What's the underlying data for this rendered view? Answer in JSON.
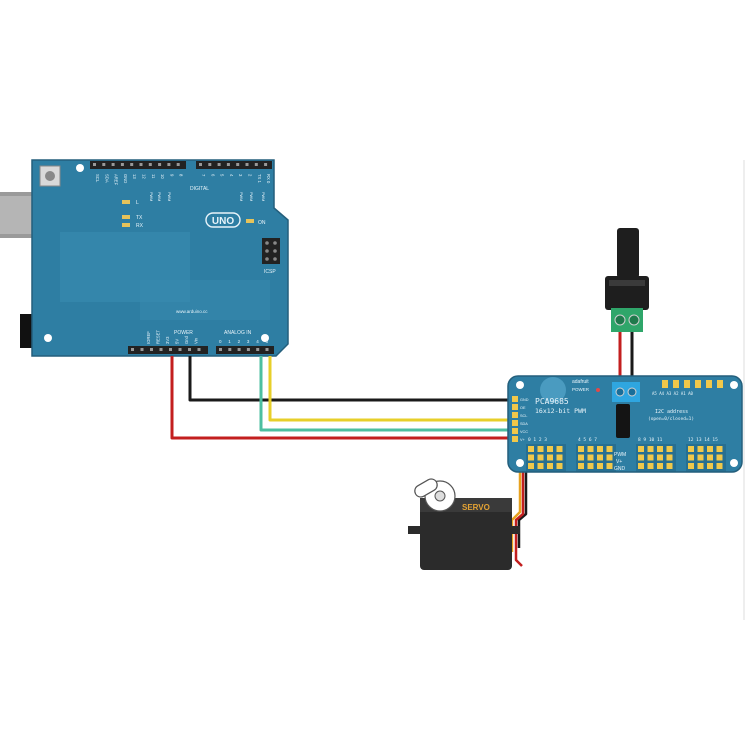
{
  "arduino": {
    "board_name": "UNO",
    "website": "www.arduino.cc",
    "section_digital": "DIGITAL",
    "section_power": "POWER",
    "section_analog": "ANALOG IN",
    "label_icsp": "ICSP",
    "label_on": "ON",
    "led_l": "L",
    "led_tx": "TX",
    "led_rx": "RX",
    "top_pins": [
      "SCL",
      "SDA",
      "AREF",
      "GND",
      "13",
      "12",
      "11",
      "10",
      "9",
      "8",
      "7",
      "6",
      "5",
      "4",
      "3",
      "2",
      "TX 1",
      "RX 0"
    ],
    "pwm_labels": [
      "PWM",
      "PWM",
      "PWM",
      "PWM",
      "PWM",
      "PWM"
    ],
    "power_pins": [
      "IOREF",
      "RESET",
      "3V3",
      "5V",
      "Gnd",
      "Vin"
    ],
    "analog_pins": [
      "0",
      "1",
      "2",
      "3",
      "4",
      "5"
    ]
  },
  "driver": {
    "brand": "adafruit",
    "chip": "PCA9685",
    "subtitle": "16x12-bit PWM",
    "label_power": "POWER",
    "label_v_plus": "V+",
    "label_pwm": "PWM",
    "label_gnd": "GND",
    "i2c_label": "I2C address",
    "i2c_sub": "(open=0/closed=1)",
    "address_bits": "A5 A4 A3 A2 A1 A0",
    "left_pins": [
      "GND",
      "OE",
      "SCL",
      "SDA",
      "VCC",
      "V+"
    ],
    "channel_groups": [
      "0 1 2 3",
      "4 5 6 7",
      "8 9 10 11",
      "12 13 14 15"
    ]
  },
  "servo": {
    "label": "SERVO"
  },
  "colors": {
    "board": "#2e7ea3",
    "board_light": "#4a9bc0",
    "header": "#222222",
    "wire_gnd": "#1a1a1a",
    "wire_sda": "#e7cf2a",
    "wire_scl": "#4cbfa0",
    "wire_vcc": "#c31f1f",
    "servo_body": "#2b2b2b",
    "servo_label": "#e4a334",
    "terminal": "#2fa66a",
    "jack": "#1e1e1e"
  }
}
